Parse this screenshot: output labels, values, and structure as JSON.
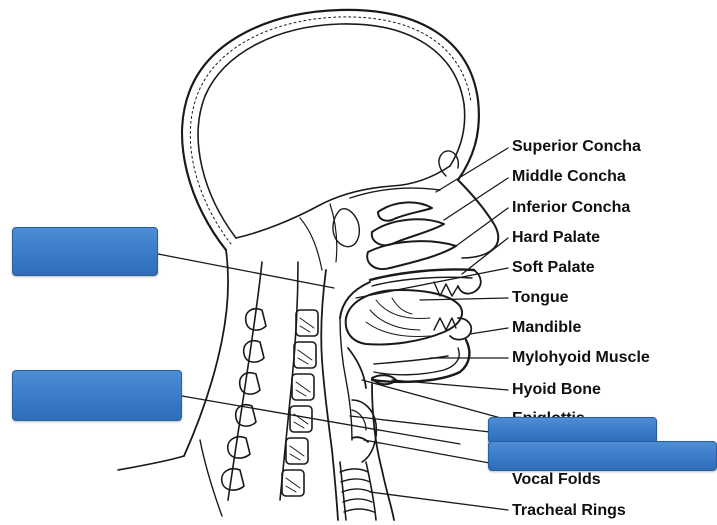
{
  "diagram": {
    "labels": [
      {
        "id": "superior-concha",
        "text": "Superior Concha"
      },
      {
        "id": "middle-concha",
        "text": "Middle Concha"
      },
      {
        "id": "inferior-concha",
        "text": "Inferior Concha"
      },
      {
        "id": "hard-palate",
        "text": "Hard Palate"
      },
      {
        "id": "soft-palate",
        "text": "Soft Palate"
      },
      {
        "id": "tongue",
        "text": "Tongue"
      },
      {
        "id": "mandible",
        "text": "Mandible"
      },
      {
        "id": "mylohyoid-muscle",
        "text": "Mylohyoid Muscle"
      },
      {
        "id": "hyoid-bone",
        "text": "Hyoid Bone"
      },
      {
        "id": "epiglottis-partial",
        "text": "Epiglottis"
      },
      {
        "id": "vocal-folds",
        "text": "Vocal Folds"
      },
      {
        "id": "tracheal-rings",
        "text": "Tracheal Rings"
      }
    ],
    "cover_boxes": [
      {
        "id": "blank-label-1",
        "color": "#3a7ac6"
      },
      {
        "id": "blank-label-2",
        "color": "#3a7ac6"
      },
      {
        "id": "blank-label-3",
        "color": "#3a7ac6"
      },
      {
        "id": "blank-label-4",
        "color": "#3a7ac6"
      }
    ],
    "colors": {
      "line": "#1a1a1a",
      "box": "#3a7ac6",
      "background": "#ffffff"
    }
  }
}
